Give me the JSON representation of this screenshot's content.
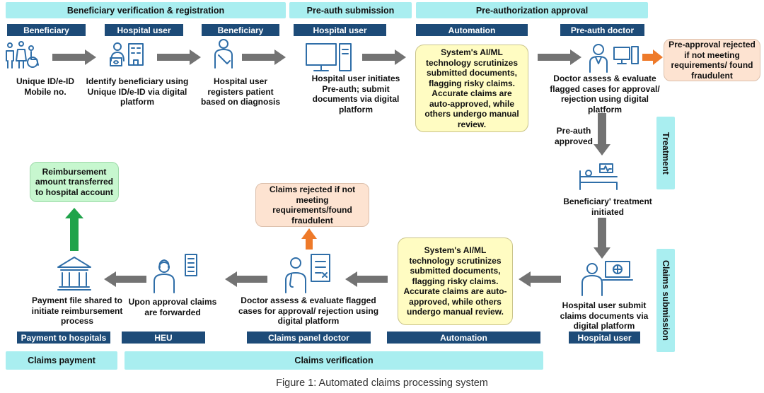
{
  "phases": {
    "verification_registration": "Beneficiary verification & registration",
    "preauth_submission": "Pre-auth submission",
    "preauth_approval": "Pre-authorization approval",
    "treatment": "Treatment",
    "claims_submission": "Claims submission",
    "claims_payment": "Claims payment",
    "claims_verification": "Claims verification"
  },
  "roles": {
    "beneficiary_1": "Beneficiary",
    "hospital_user_1": "Hospital user",
    "beneficiary_2": "Beneficiary",
    "hospital_user_2": "Hospital user",
    "automation_1": "Automation",
    "preauth_doctor": "Pre-auth doctor",
    "payment_to_hospitals": "Payment to hospitals",
    "heu": "HEU",
    "claims_panel_doctor": "Claims panel doctor",
    "automation_2": "Automation",
    "hospital_user_3": "Hospital user"
  },
  "steps": {
    "unique_id": "Unique ID/e-ID Mobile no.",
    "identify": "Identify beneficiary using Unique ID/e-ID via digital platform",
    "register": "Hospital user registers patient based on diagnosis",
    "initiate_preauth": "Hospital user initiates Pre-auth; submit documents via digital platform",
    "ai_preauth": "System's AI/ML technology scrutinizes submitted documents, flagging risky claims. Accurate claims are auto-approved, while others undergo manual review.",
    "doctor_preauth": "Doctor assess & evaluate flagged cases for approval/ rejection using digital platform",
    "preauth_rejected": "Pre-approval rejected if not meeting requirements/ found fraudulent",
    "preauth_approved": "Pre-auth approved",
    "treatment_initiated": "Beneficiary' treatment initiated",
    "submit_claims": "Hospital user submit claims documents via digital platform",
    "ai_claims": "System's AI/ML technology scrutinizes submitted documents, flagging risky claims. Accurate claims are auto-approved, while others undergo manual review.",
    "doctor_claims": "Doctor assess & evaluate flagged cases for approval/ rejection using digital platform",
    "claims_rejected": "Claims rejected if not meeting requirements/found fraudulent",
    "forwarded": "Upon approval claims are forwarded",
    "payment_file": "Payment file shared to initiate reimbursement process",
    "reimbursement": "Reimbursement amount transferred to hospital account"
  },
  "caption": "Figure 1: Automated claims processing system",
  "colors": {
    "phase": "#a9eef0",
    "role": "#1d4b78",
    "ai_box": "#fffcc2",
    "reject_box": "#fde3d1",
    "success_box": "#c7f7cf",
    "arrow": "#737373",
    "reject_arrow": "#ee7a2a",
    "success_arrow": "#1fa34a",
    "icon": "#2f6ea8"
  }
}
